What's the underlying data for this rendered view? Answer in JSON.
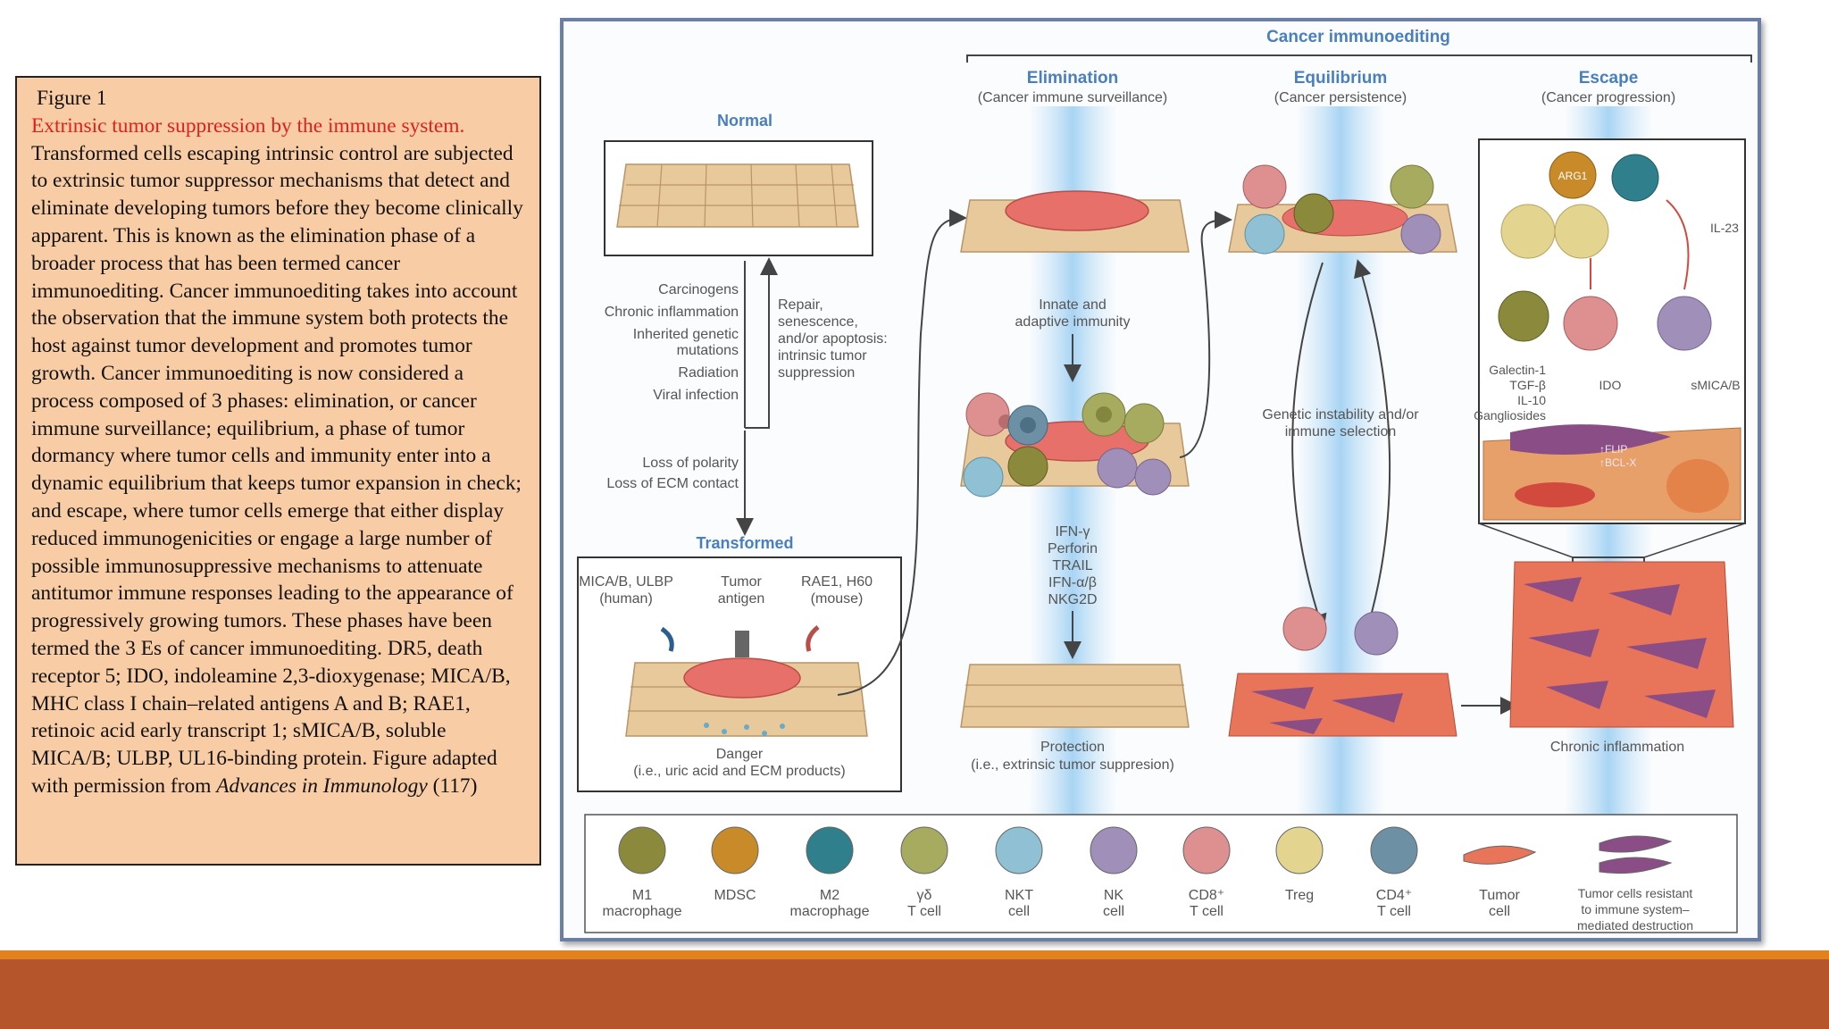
{
  "caption": {
    "figure_label": "Figure 1",
    "title": "Extrinsic tumor suppression by the immune system.",
    "body": "Transformed cells escaping intrinsic control are subjected to extrinsic tumor suppressor mechanisms that detect and eliminate developing tumors before they become clinically apparent. This is known as the elimination phase of a broader process that has been termed cancer immunoediting. Cancer immunoediting takes into account the observation that the immune system both protects the host against tumor development and promotes tumor growth. Cancer immunoediting is now considered a process composed of 3 phases: elimination, or cancer immune surveillance; equilibrium, a phase of tumor dormancy where tumor cells and immunity enter into a dynamic equilibrium that keeps tumor expansion in check; and escape, where tumor cells emerge that either display reduced immunogenicities or engage a large number of possible immunosuppressive mechanisms to attenuate antitumor immune responses leading to the appearance of progressively growing tumors. These phases have been termed the 3 Es of cancer immunoediting. DR5, death receptor 5; IDO, indoleamine 2,3-dioxygenase; MICA/B, MHC class I chain–related antigens A and B; RAE1, retinoic acid early transcript 1; sMICA/B, soluble MICA/B; ULBP, UL16-binding protein. Figure adapted with permission from",
    "journal": "Advances in Immunology",
    "reference": "(117)"
  },
  "diagram": {
    "header": "Cancer immunoediting",
    "normal": {
      "title": "Normal"
    },
    "transformed": {
      "title": "Transformed",
      "mica_label_1": "MICA/B, ULBP",
      "mica_label_2": "(human)",
      "tumor_label_1": "Tumor",
      "tumor_label_2": "antigen",
      "rae_label_1": "RAE1, H60",
      "rae_label_2": "(mouse)",
      "danger_1": "Danger",
      "danger_2": "(i.e., uric acid and ECM products)"
    },
    "causes": [
      "Carcinogens",
      "Chronic inflammation",
      "Inherited genetic",
      "mutations",
      "Radiation",
      "Viral infection"
    ],
    "repair": [
      "Repair,",
      "senescence,",
      "and/or apoptosis:",
      "intrinsic tumor",
      "suppression"
    ],
    "loss": [
      "Loss of polarity",
      "Loss of ECM contact"
    ],
    "elimination": {
      "title": "Elimination",
      "subtitle": "(Cancer immune surveillance)",
      "innate_1": "Innate and",
      "innate_2": "adaptive immunity",
      "effectors": [
        "IFN-γ",
        "Perforin",
        "TRAIL",
        "IFN-α/β",
        "NKG2D"
      ],
      "protection_1": "Protection",
      "protection_2": "(i.e., extrinsic tumor suppresion)"
    },
    "equilibrium": {
      "title": "Equilibrium",
      "subtitle": "(Cancer persistence)",
      "genetic_1": "Genetic instability and/or",
      "genetic_2": "immune selection"
    },
    "escape": {
      "title": "Escape",
      "subtitle": "(Cancer progression)",
      "arg1": "ARG1",
      "il23": "IL-23",
      "suppressors": [
        "Galectin-1",
        "TGF-β",
        "IL-10",
        "Gangliosides"
      ],
      "ido": "IDO",
      "smica": "sMICA/B",
      "flip": "↑FLIP",
      "bclx": "↑BCL-X",
      "chronic": "Chronic inflammation"
    },
    "legend": [
      {
        "l1": "M1",
        "l2": "macrophage",
        "color": "#8b8a3c"
      },
      {
        "l1": "MDSC",
        "l2": "",
        "color": "#c98a2a"
      },
      {
        "l1": "M2",
        "l2": "macrophage",
        "color": "#2f7f8c"
      },
      {
        "l1": "γδ",
        "l2": "T cell",
        "color": "#a7ab5f"
      },
      {
        "l1": "NKT",
        "l2": "cell",
        "color": "#8fc0d4"
      },
      {
        "l1": "NK",
        "l2": "cell",
        "color": "#a08fb8"
      },
      {
        "l1": "CD8⁺",
        "l2": "T cell",
        "color": "#de8f8f"
      },
      {
        "l1": "Treg",
        "l2": "",
        "color": "#e3d48f"
      },
      {
        "l1": "CD4⁺",
        "l2": "T cell",
        "color": "#6d90a5"
      },
      {
        "l1": "Tumor",
        "l2": "cell",
        "color": "#e8745a"
      },
      {
        "l1": "Tumor cells resistant",
        "l2": "to immune system–",
        "l3": "mediated destruction",
        "color": "#8a4d86"
      }
    ]
  }
}
